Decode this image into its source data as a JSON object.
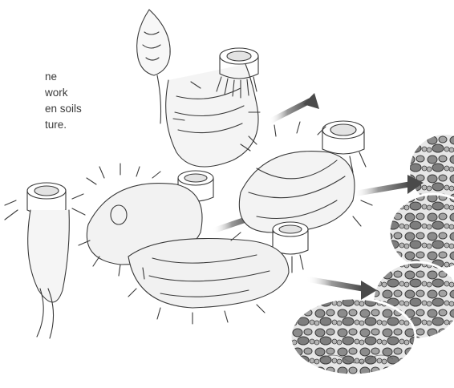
{
  "caption": {
    "lines": [
      "ne",
      "work",
      "en soils",
      "ture."
    ]
  },
  "illustration": {
    "subject": "sketched root/fungal hyphae structures with cup-shaped tips",
    "arrow_color": "#5a5a5a",
    "arrow_direction": "right",
    "arrows_count": 3,
    "soil_panels_count": 4
  }
}
